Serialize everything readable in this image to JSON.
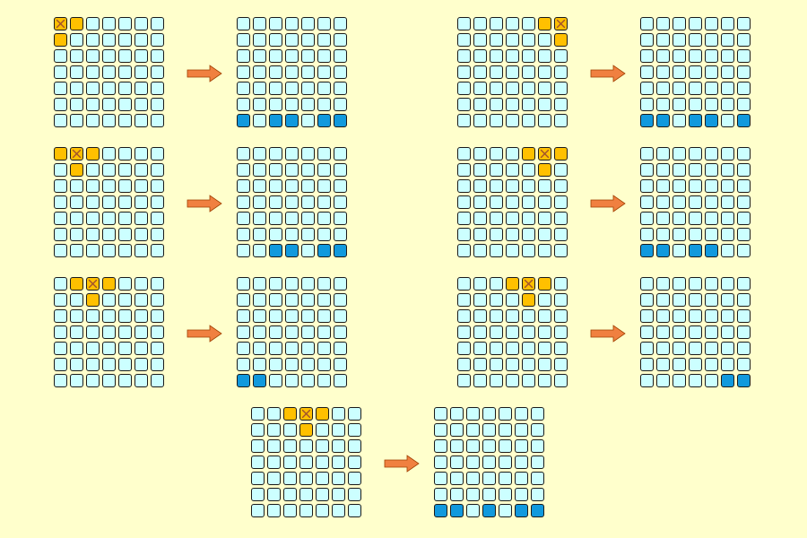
{
  "colors": {
    "background": "#FFFFCC",
    "cell_default": "#CCFFFF",
    "cell_highlight": "#FFC000",
    "cell_output": "#1199DD",
    "cell_border": "#1A1A1A",
    "mark_color": "#A0522D",
    "arrow_fill": "#F08040",
    "arrow_stroke": "#A04000"
  },
  "grid_size": {
    "rows": 7,
    "cols": 7
  },
  "icons": {
    "mark": "x-mark-icon",
    "arrow": "right-arrow-icon"
  },
  "examples": [
    {
      "input": {
        "row": 0,
        "highlighted": [
          0,
          1
        ],
        "marked": 0,
        "below": 0
      },
      "output": {
        "row": 6,
        "filled": [
          0,
          2,
          3,
          5,
          6
        ]
      }
    },
    {
      "input": {
        "row": 0,
        "highlighted": [
          5,
          6
        ],
        "marked": 6,
        "below": 6
      },
      "output": {
        "row": 6,
        "filled": [
          0,
          1,
          3,
          4,
          6
        ]
      }
    },
    {
      "input": {
        "row": 0,
        "highlighted": [
          0,
          1,
          2
        ],
        "marked": 1,
        "below": 1
      },
      "output": {
        "row": 6,
        "filled": [
          2,
          3,
          5,
          6
        ]
      }
    },
    {
      "input": {
        "row": 0,
        "highlighted": [
          4,
          5,
          6
        ],
        "marked": 5,
        "below": 5
      },
      "output": {
        "row": 6,
        "filled": [
          0,
          1,
          3,
          4
        ]
      }
    },
    {
      "input": {
        "row": 0,
        "highlighted": [
          1,
          2,
          3
        ],
        "marked": 2,
        "below": 2
      },
      "output": {
        "row": 6,
        "filled": [
          0,
          1
        ]
      }
    },
    {
      "input": {
        "row": 0,
        "highlighted": [
          3,
          4,
          5
        ],
        "marked": 4,
        "below": 4
      },
      "output": {
        "row": 6,
        "filled": [
          5,
          6
        ]
      }
    },
    {
      "input": {
        "row": 0,
        "highlighted": [
          2,
          3,
          4
        ],
        "marked": 3,
        "below": 3
      },
      "output": {
        "row": 6,
        "filled": [
          0,
          1,
          3,
          5,
          6
        ]
      }
    }
  ]
}
